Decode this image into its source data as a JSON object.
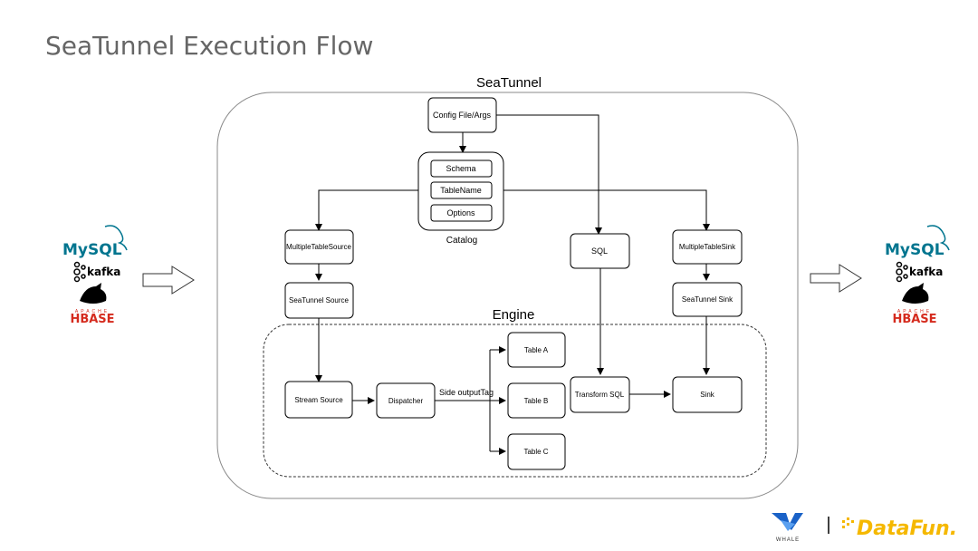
{
  "slide": {
    "title": "SeaTunnel Execution Flow"
  },
  "diagram": {
    "seatunnel_label": "SeaTunnel",
    "engine_label": "Engine",
    "catalog_label": "Catalog",
    "nodes": {
      "config": "Config File/Args",
      "schema": "Schema",
      "tablename": "TableName",
      "options": "Options",
      "mts": "MultipleTableSource",
      "sql": "SQL",
      "mtsink": "MultipleTableSink",
      "st_source": "SeaTunnel Source",
      "st_sink": "SeaTunnel Sink",
      "stream_source": "Stream Source",
      "dispatcher": "Dispatcher",
      "table_a": "Table A",
      "table_b": "Table B",
      "table_c": "Table C",
      "transform_sql": "Transform SQL",
      "sink": "Sink"
    },
    "edge_labels": {
      "side_output": "Side outputTag"
    }
  },
  "sources": {
    "mysql": "MySQL",
    "kafka": "kafka",
    "hbase_top": "APACHE",
    "hbase": "HBASE"
  },
  "sinks": {
    "mysql": "MySQL",
    "kafka": "kafka",
    "hbase_top": "APACHE",
    "hbase": "HBASE"
  },
  "footer": {
    "whale": "WHALE",
    "datafun": "DataFun."
  },
  "colors": {
    "title": "#666666",
    "mysql_blue": "#00758f",
    "mysql_orange": "#f29111",
    "hbase_red": "#d52b1e",
    "datafun_yellow": "#f5b800",
    "datafun_blue": "#1b3a8c",
    "whale_blue": "#1a62c7"
  }
}
